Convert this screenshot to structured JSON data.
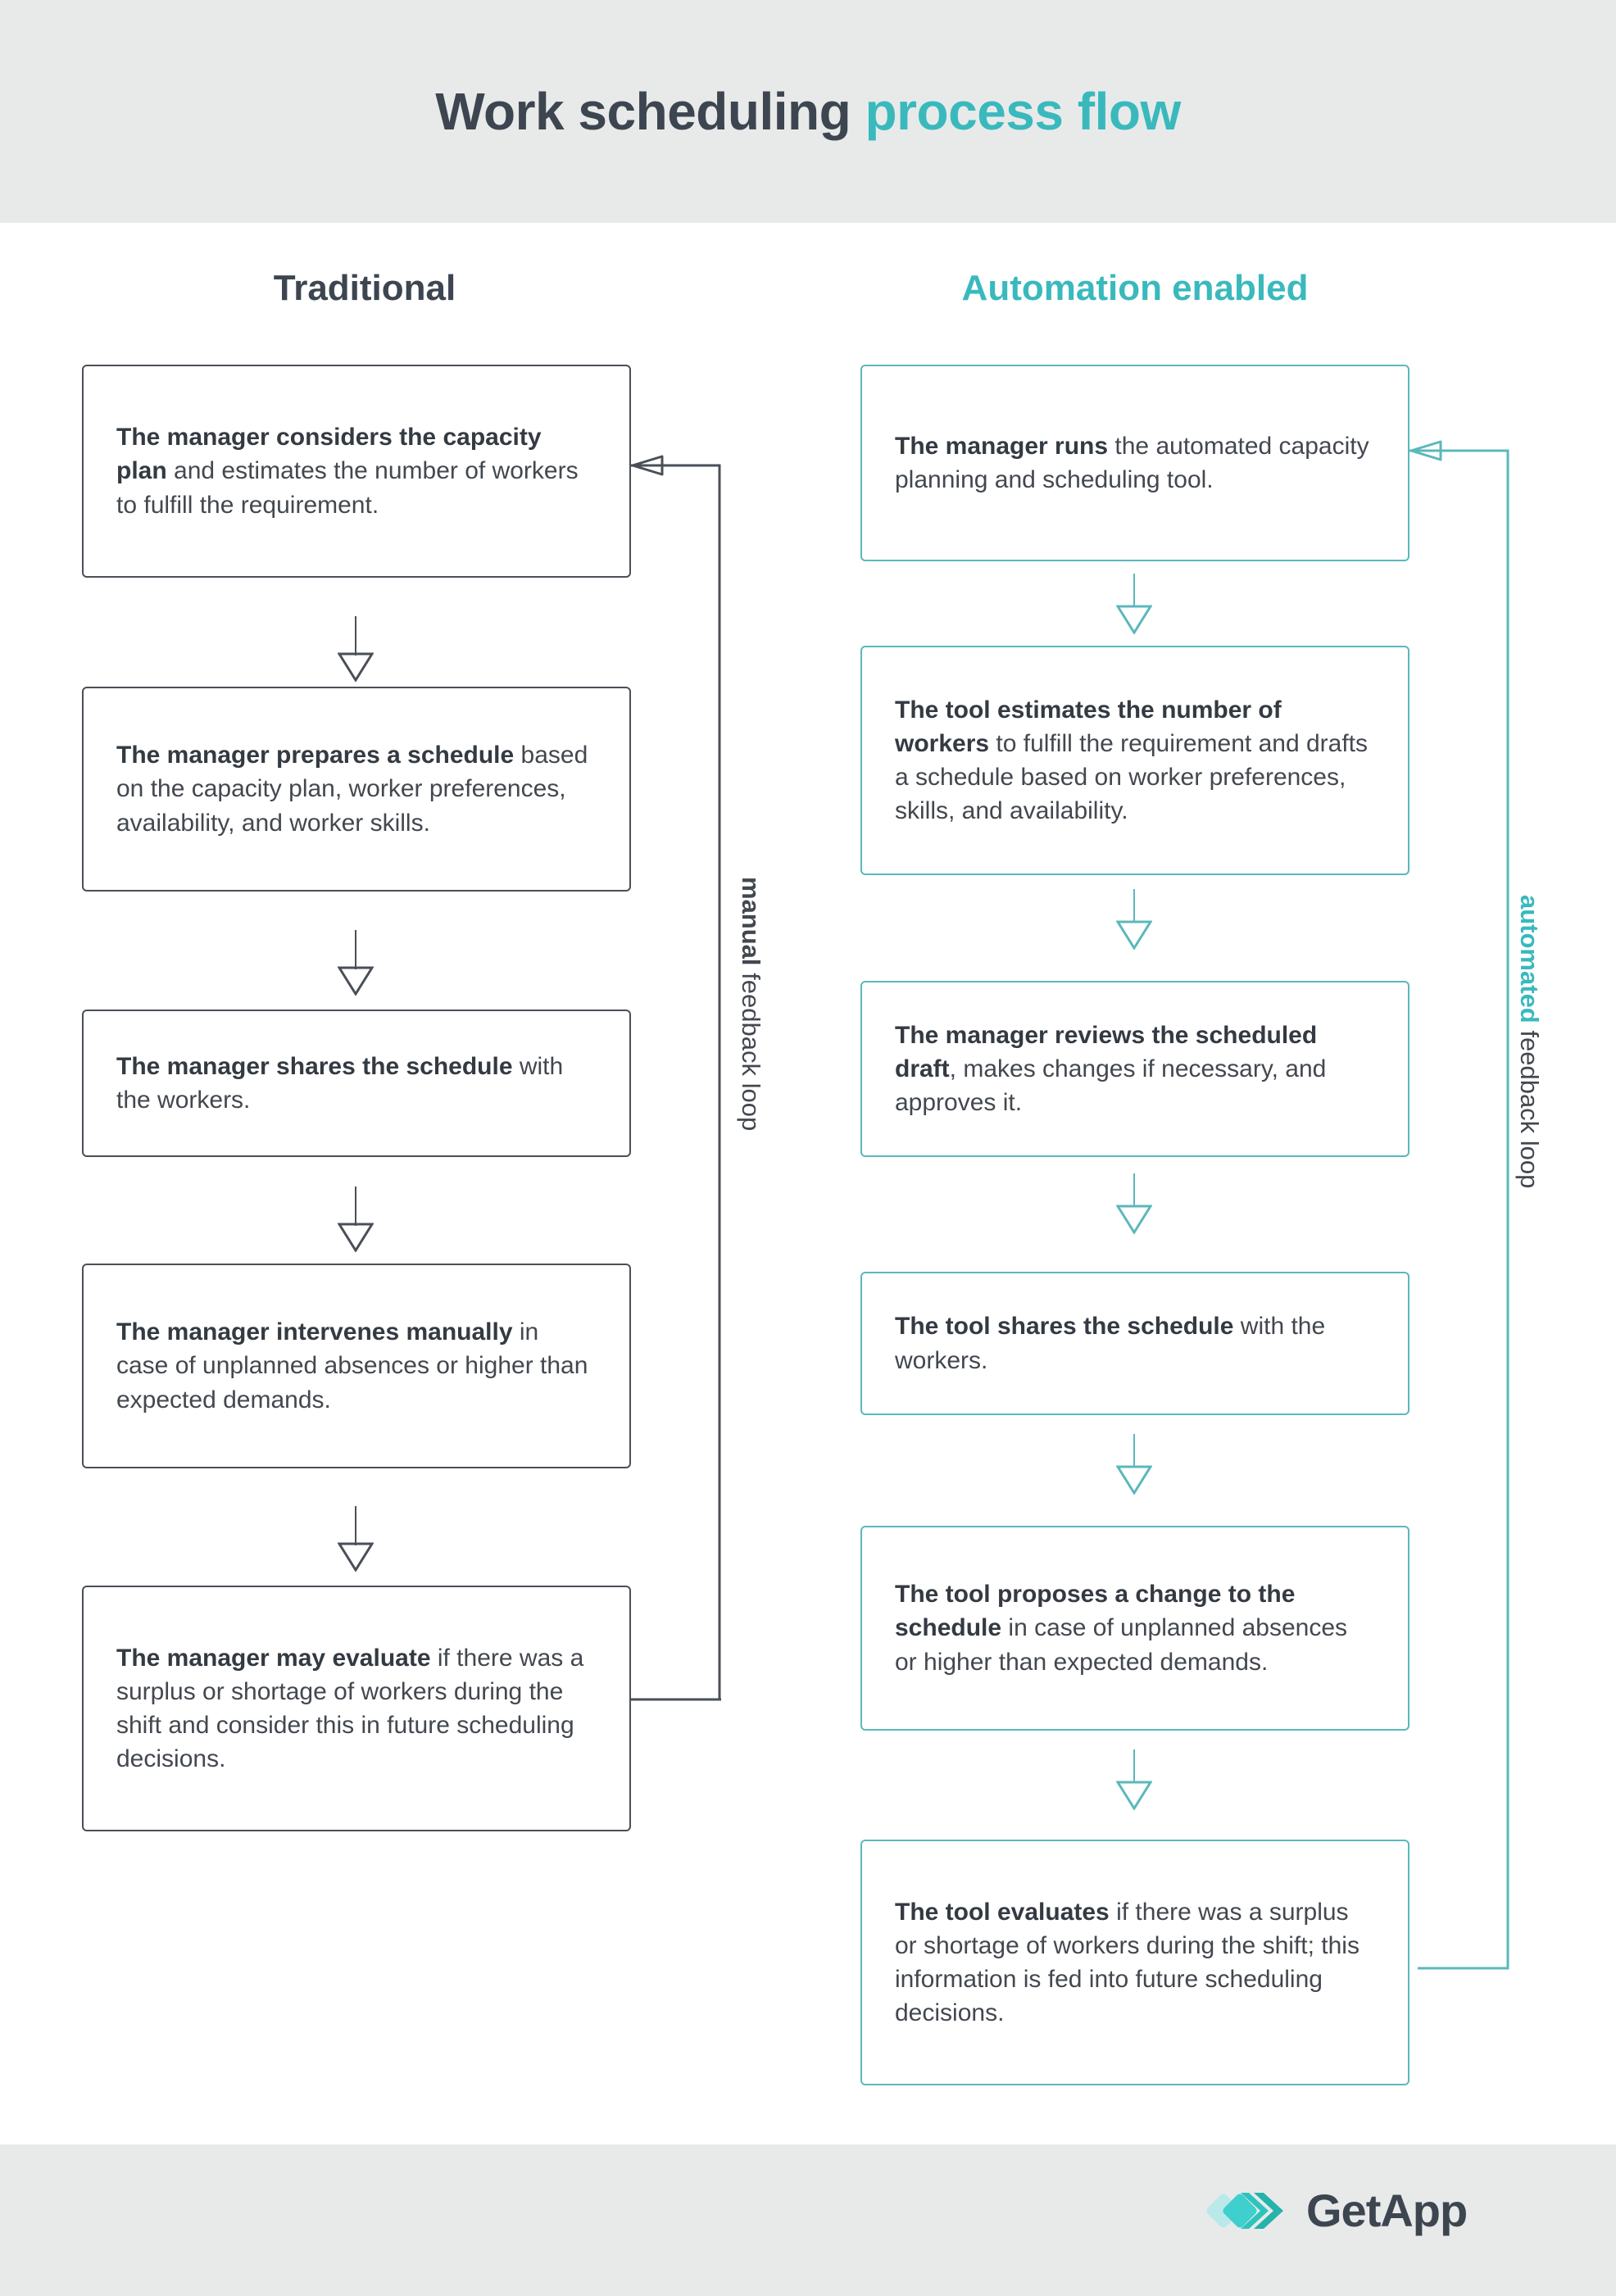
{
  "header": {
    "title_part1": "Work scheduling ",
    "title_part2": "process flow"
  },
  "columns": {
    "left": {
      "heading": "Traditional",
      "accent_color": "#3d4650",
      "loop_label_bold": "manual",
      "loop_label_rest": " feedback loop",
      "steps": [
        {
          "bold": "The manager considers the capacity plan",
          "rest": " and estimates the number of workers to fulfill the requirement."
        },
        {
          "bold": "The manager prepares a schedule",
          "rest": " based on the capacity plan, worker preferences, availability, and worker skills."
        },
        {
          "bold": "The manager shares the schedule",
          "rest": " with the workers."
        },
        {
          "bold": "The manager intervenes manually",
          "rest": " in case of unplanned absences or higher than expected demands."
        },
        {
          "bold": "The manager may evaluate",
          "rest": " if there was a surplus or shortage of workers during the shift and consider this in future scheduling decisions."
        }
      ]
    },
    "right": {
      "heading": "Automation enabled",
      "accent_color": "#3ab9bd",
      "loop_label_bold": "automated",
      "loop_label_rest": " feedback loop",
      "steps": [
        {
          "bold": "The manager runs",
          "rest": " the automated capacity planning and scheduling tool."
        },
        {
          "bold": "The tool estimates the number of workers",
          "rest": " to fulfill the requirement and drafts a schedule based on worker preferences, skills, and availability."
        },
        {
          "bold": "The manager reviews the scheduled draft",
          "rest": ", makes changes if necessary, and approves it."
        },
        {
          "bold": "The tool shares the schedule",
          "rest": " with the workers."
        },
        {
          "bold": "The tool proposes a change to the schedule",
          "rest": " in case of unplanned absences or higher than expected demands."
        },
        {
          "bold": "The tool evaluates",
          "rest": " if there was a surplus or shortage of workers during the shift; this information is fed into future scheduling decisions."
        }
      ]
    }
  },
  "footer": {
    "brand_name": "GetApp",
    "brand_mark_icon": "getapp-chevrons-icon"
  },
  "colors": {
    "band_background": "#e8eaea",
    "page_background": "#ffffff",
    "dark_text": "#43484f",
    "teal_accent": "#3ab9bd",
    "teal_border": "#5bb8bb",
    "dark_border": "#4a4f57"
  }
}
